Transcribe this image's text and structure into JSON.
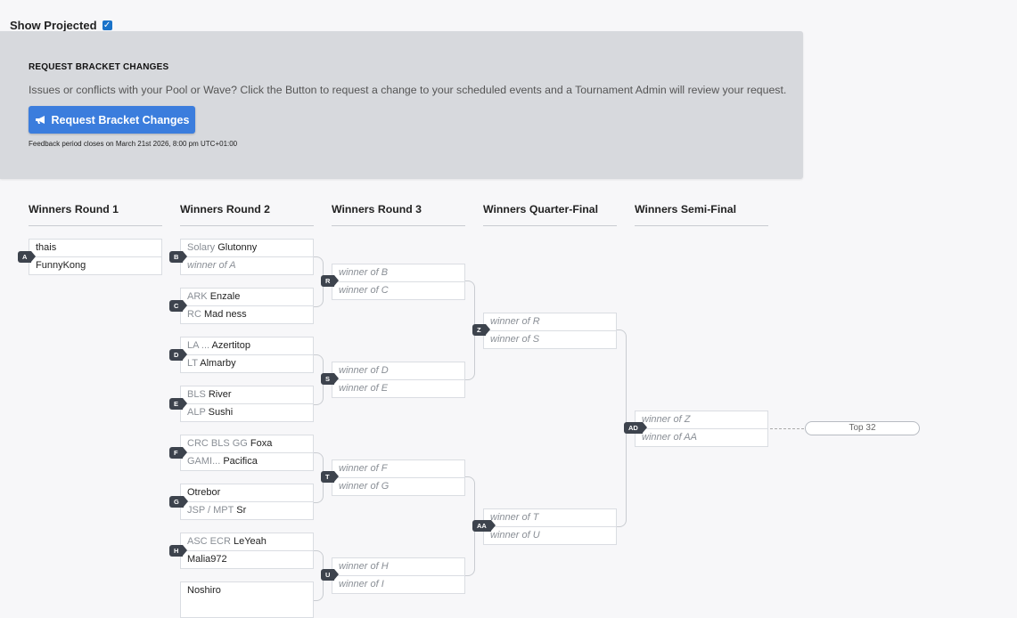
{
  "show_projected": {
    "label": "Show Projected",
    "checked": true
  },
  "request_panel": {
    "title": "REQUEST BRACKET CHANGES",
    "description": "Issues or conflicts with your Pool or Wave? Click the Button to request a change to your scheduled events and a Tournament Admin will review your request.",
    "button_label": "Request Bracket Changes",
    "button_icon": "megaphone-icon",
    "footnote": "Feedback period closes on March 21st 2026, 8:00 pm UTC+01:00"
  },
  "rounds": [
    {
      "title": "Winners Round 1"
    },
    {
      "title": "Winners Round 2"
    },
    {
      "title": "Winners Round 3"
    },
    {
      "title": "Winners Quarter-Final"
    },
    {
      "title": "Winners Semi-Final"
    }
  ],
  "matches": {
    "A": {
      "id": "A",
      "p1": {
        "prefix": "",
        "name": "thais"
      },
      "p2": {
        "prefix": "",
        "name": "FunnyKong"
      }
    },
    "B": {
      "id": "B",
      "p1": {
        "prefix": "Solary",
        "name": "Glutonny"
      },
      "p2": {
        "projected": "winner of A"
      }
    },
    "C": {
      "id": "C",
      "p1": {
        "prefix": "ARK",
        "name": "Enzale"
      },
      "p2": {
        "prefix": "RC",
        "name": "Mad ness"
      }
    },
    "D": {
      "id": "D",
      "p1": {
        "prefix": "LA ...",
        "name": "Azertitop"
      },
      "p2": {
        "prefix": "LT",
        "name": "Almarby"
      }
    },
    "E": {
      "id": "E",
      "p1": {
        "prefix": "BLS",
        "name": "River"
      },
      "p2": {
        "prefix": "ALP",
        "name": "Sushi"
      }
    },
    "F": {
      "id": "F",
      "p1": {
        "prefix": "CRC BLS GG",
        "name": "Foxa"
      },
      "p2": {
        "prefix": "GAMI...",
        "name": "Pacifica"
      }
    },
    "G": {
      "id": "G",
      "p1": {
        "prefix": "",
        "name": "Otrebor"
      },
      "p2": {
        "prefix": "JSP / MPT",
        "name": "Sr"
      }
    },
    "H": {
      "id": "H",
      "p1": {
        "prefix": "ASC ECR",
        "name": "LeYeah"
      },
      "p2": {
        "prefix": "",
        "name": "Malia972"
      }
    },
    "I": {
      "p1": {
        "prefix": "",
        "name": "Noshiro"
      }
    },
    "R": {
      "id": "R",
      "p1": {
        "projected": "winner of B"
      },
      "p2": {
        "projected": "winner of C"
      }
    },
    "S": {
      "id": "S",
      "p1": {
        "projected": "winner of D"
      },
      "p2": {
        "projected": "winner of E"
      }
    },
    "T": {
      "id": "T",
      "p1": {
        "projected": "winner of F"
      },
      "p2": {
        "projected": "winner of G"
      }
    },
    "U": {
      "id": "U",
      "p1": {
        "projected": "winner of H"
      },
      "p2": {
        "projected": "winner of I"
      }
    },
    "Z": {
      "id": "Z",
      "p1": {
        "projected": "winner of R"
      },
      "p2": {
        "projected": "winner of S"
      }
    },
    "AA": {
      "id": "AA",
      "p1": {
        "projected": "winner of T"
      },
      "p2": {
        "projected": "winner of U"
      }
    },
    "AD": {
      "id": "AD",
      "p1": {
        "projected": "winner of Z"
      },
      "p2": {
        "projected": "winner of AA"
      }
    }
  },
  "progression_label": "Top 32",
  "colors": {
    "accent": "#3b7ddd",
    "checkbox": "#1a73c9",
    "tag": "#3d434d",
    "panel": "#d7d9dd"
  }
}
